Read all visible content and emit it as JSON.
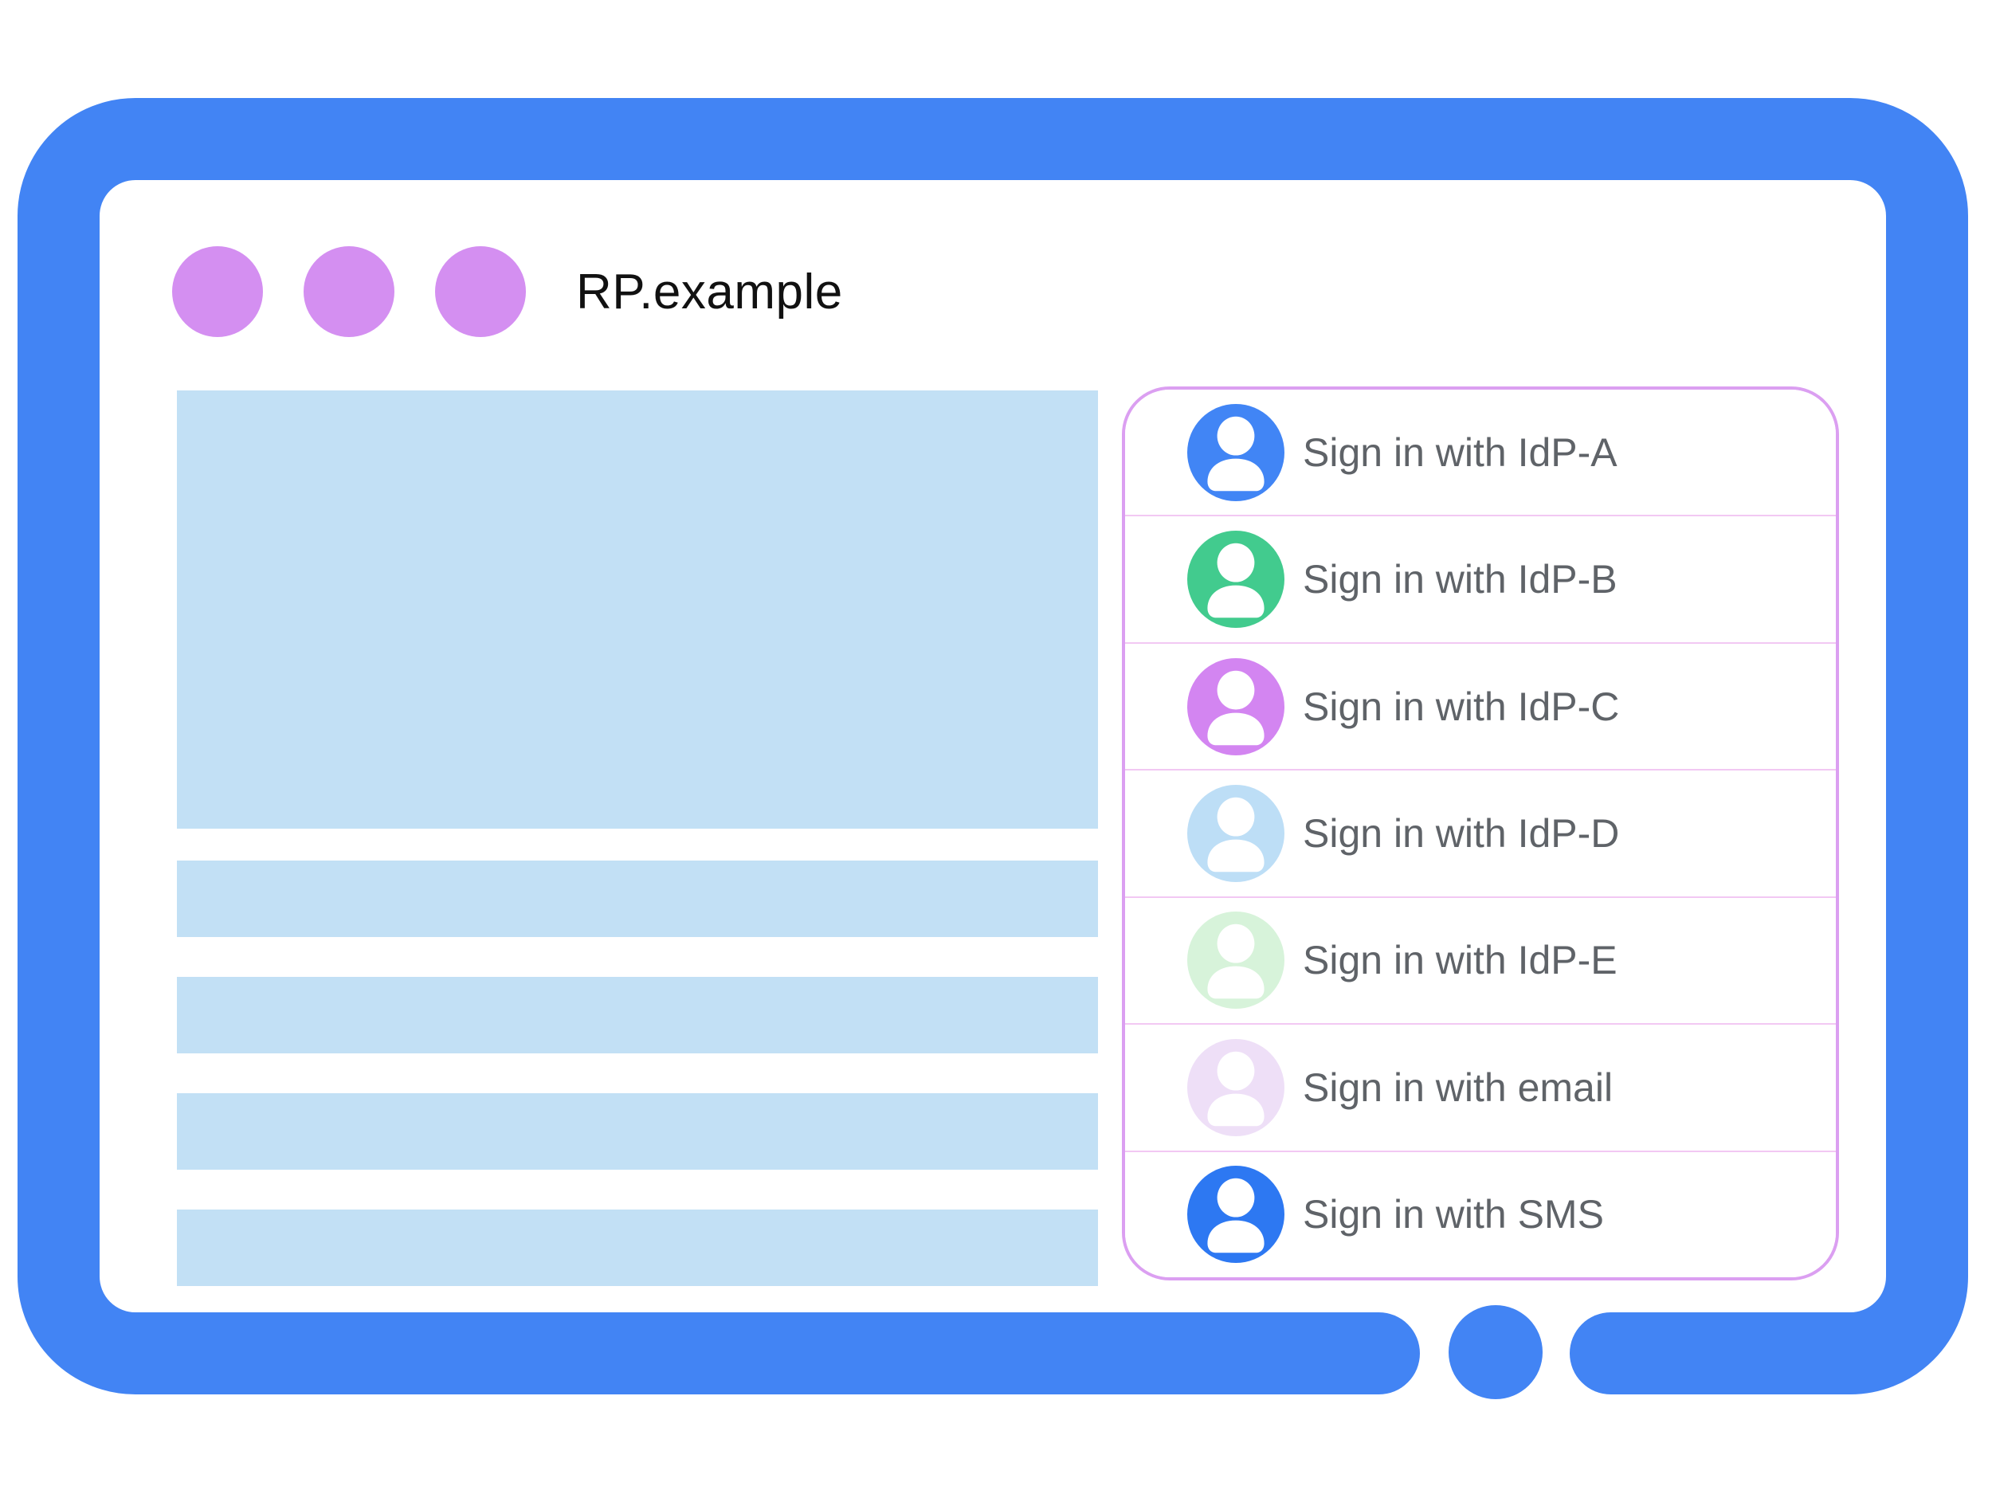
{
  "window": {
    "title": "RP.example",
    "dot_count": 3
  },
  "colors": {
    "frame_blue": "#4284f4",
    "window_dot_purple": "#d48ff1",
    "placeholder_blue": "#c2e0f5",
    "panel_border_purple": "#db9ff1",
    "panel_divider_pink": "#f2c8f3",
    "label_gray": "#5f6368",
    "title_black": "#111111"
  },
  "content": {
    "placeholder_bar_count": 4
  },
  "signin_panel": {
    "options": [
      {
        "label": "Sign in with IdP-A",
        "icon": "user-avatar-icon",
        "avatar_color": "#4185f5"
      },
      {
        "label": "Sign in with IdP-B",
        "icon": "user-avatar-icon",
        "avatar_color": "#42cb8e"
      },
      {
        "label": "Sign in with IdP-C",
        "icon": "user-avatar-icon",
        "avatar_color": "#d385f1"
      },
      {
        "label": "Sign in with IdP-D",
        "icon": "user-avatar-icon",
        "avatar_color": "#bddef6"
      },
      {
        "label": "Sign in with IdP-E",
        "icon": "user-avatar-icon",
        "avatar_color": "#d7f3da"
      },
      {
        "label": "Sign in with email",
        "icon": "user-avatar-icon",
        "avatar_color": "#eedff7"
      },
      {
        "label": "Sign in with SMS",
        "icon": "user-avatar-icon",
        "avatar_color": "#2d78f2"
      }
    ]
  }
}
